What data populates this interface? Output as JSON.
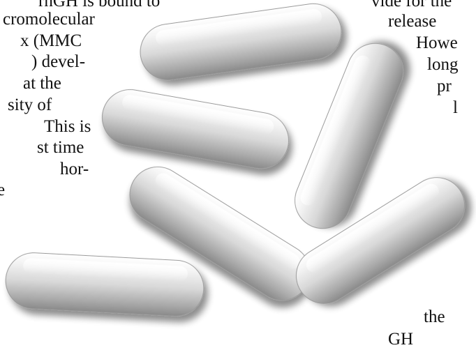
{
  "left_column": {
    "lines": [
      "rhGH is bound to",
      "cromolecular",
      "x   (MMC",
      ")  devel-",
      "at   the",
      "sity   of",
      "This  is",
      "st   time",
      "hor-",
      "e"
    ]
  },
  "right_column": {
    "lines": [
      "vide for the",
      "release",
      "Howe",
      "long",
      "pr",
      "l"
    ]
  },
  "bottom_right": {
    "lines": [
      "the",
      "GH"
    ]
  },
  "illustration": {
    "subject": "capsule-pills",
    "pill_count": 6,
    "pill_color": "#d9d9d9",
    "shadow_color": "#8c8c8c"
  }
}
